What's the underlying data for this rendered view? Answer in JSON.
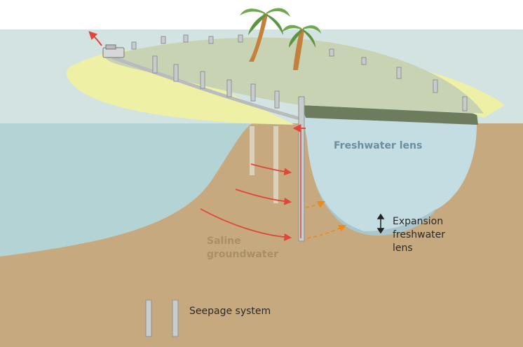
{
  "labels": {
    "freshwater_lens": "Freshwater lens",
    "expansion_line1": "Expansion",
    "expansion_line2": "freshwater",
    "expansion_line3": "lens",
    "saline_line1": "Saline",
    "saline_line2": "groundwater",
    "legend": "Seepage system"
  },
  "colors": {
    "sky": "#dbe7e6",
    "sea": "#b4d3d4",
    "sea_far": "#c7dede",
    "soil": "#c7a97f",
    "island": "#c7d3b3",
    "beach": "#eef0a6",
    "lens": "#c3dde2",
    "arrow_red": "#e0463a",
    "arrow_orange": "#ee8a1c",
    "pipe": "#b9bcbe"
  },
  "icons": [
    "pump-icon",
    "palm-tree-icon",
    "double-arrow-icon"
  ]
}
